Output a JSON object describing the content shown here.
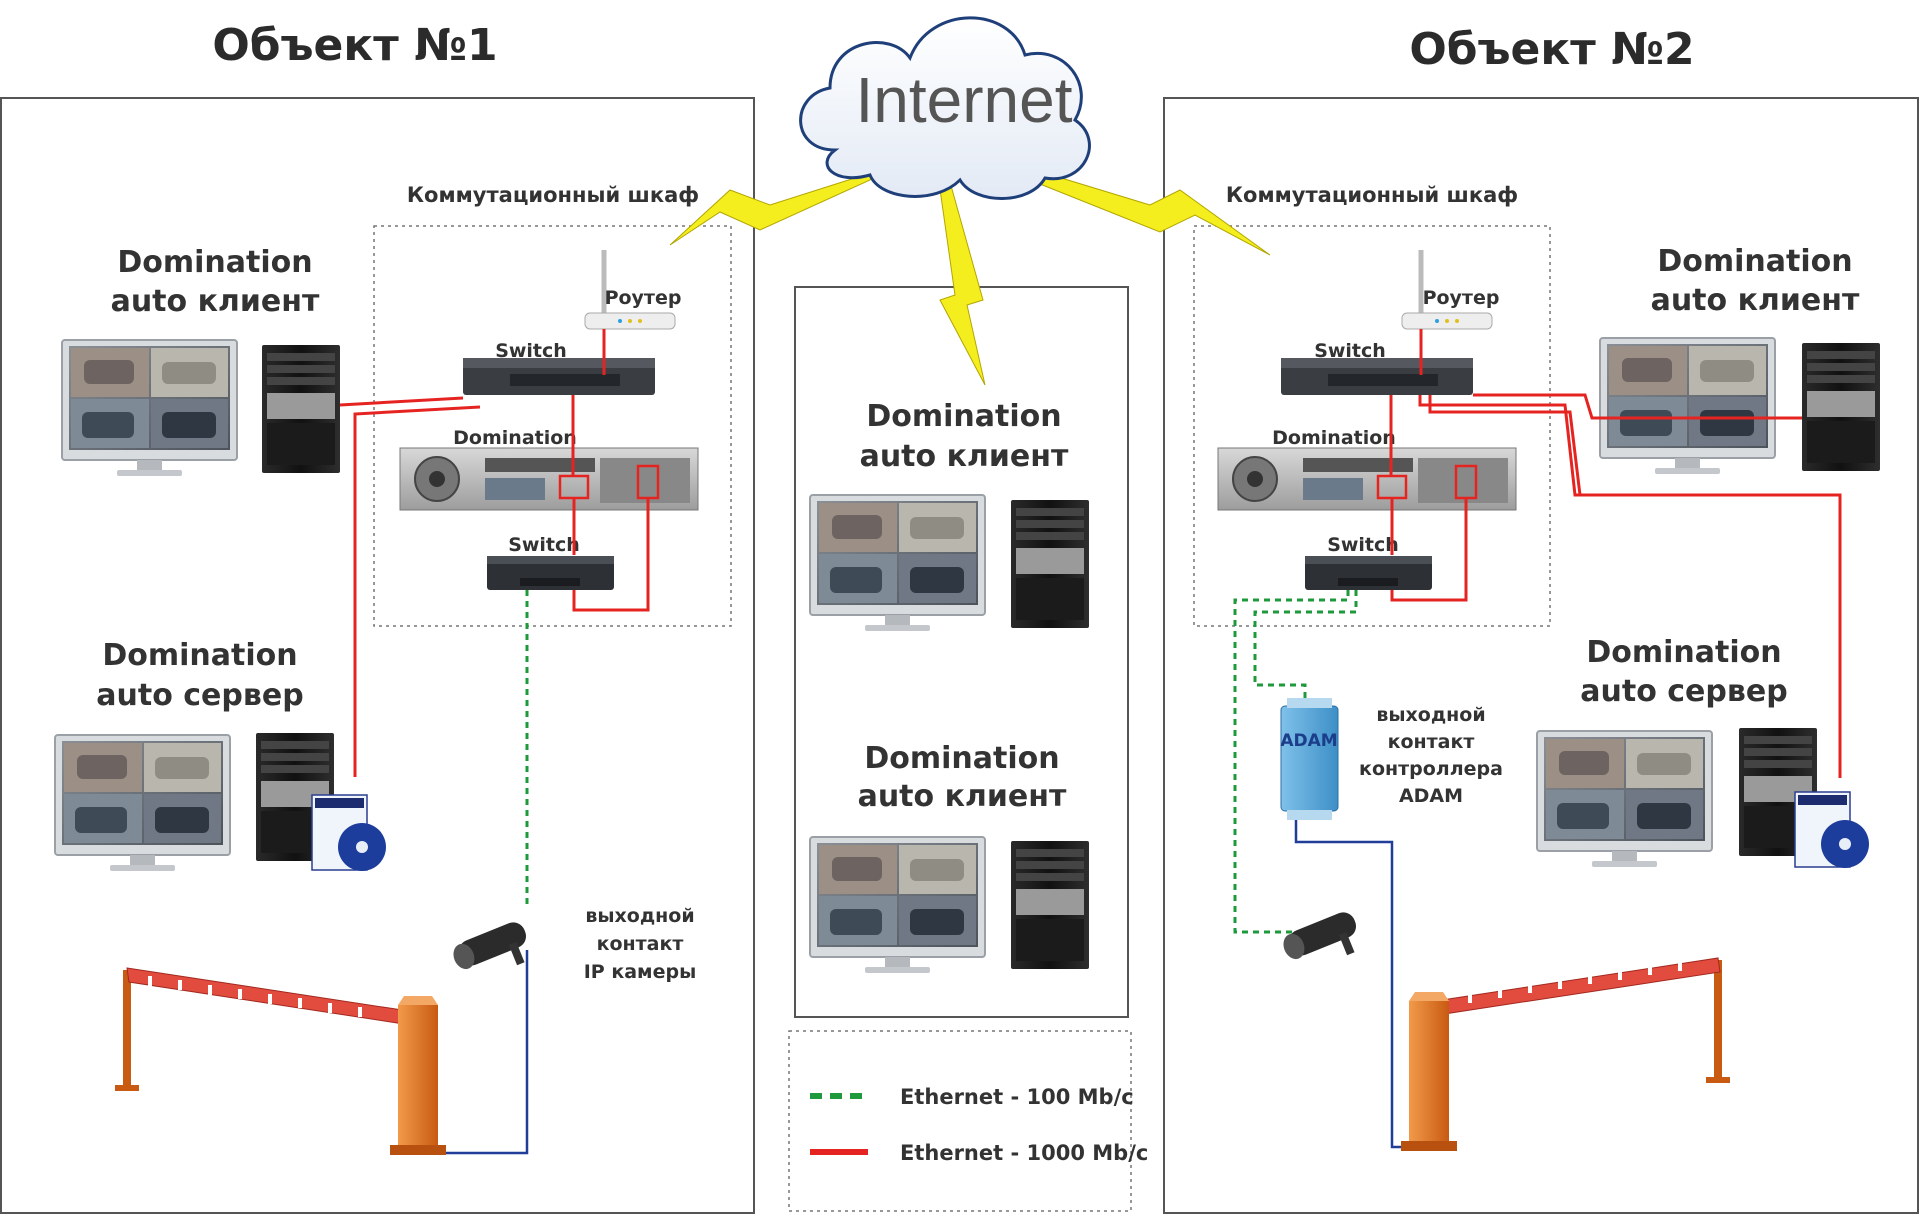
{
  "objects": {
    "left_title": "Объект №1",
    "right_title": "Объект №2"
  },
  "internet": "Internet",
  "cabinet_label": "Коммутационный шкаф",
  "devices": {
    "router": "Роутер",
    "switch": "Switch",
    "domination": "Domination"
  },
  "client": {
    "line1": "Domination",
    "line2": "auto клиент"
  },
  "server": {
    "line1": "Domination",
    "line2": "auto сервер"
  },
  "ipcam_contact": {
    "line1": "выходной",
    "line2": "контакт",
    "line3": "IP камеры"
  },
  "adam_contact": {
    "line1": "выходной",
    "line2": "контакт",
    "line3": "контроллера",
    "line4": "ADAM"
  },
  "adam_brand": "ADAM",
  "legend": {
    "items": [
      {
        "label": "Ethernet - 100 Mb/c",
        "color": "#1e9a3c",
        "style": "dashed"
      },
      {
        "label": "Ethernet - 1000 Mb/c",
        "color": "#e52421",
        "style": "solid"
      }
    ]
  },
  "colors": {
    "gigabit": "#e52421",
    "fast": "#1e9a3c",
    "contact": "#1f3d99",
    "lightning": "#f5ee1e",
    "barrier": "#e87722"
  }
}
